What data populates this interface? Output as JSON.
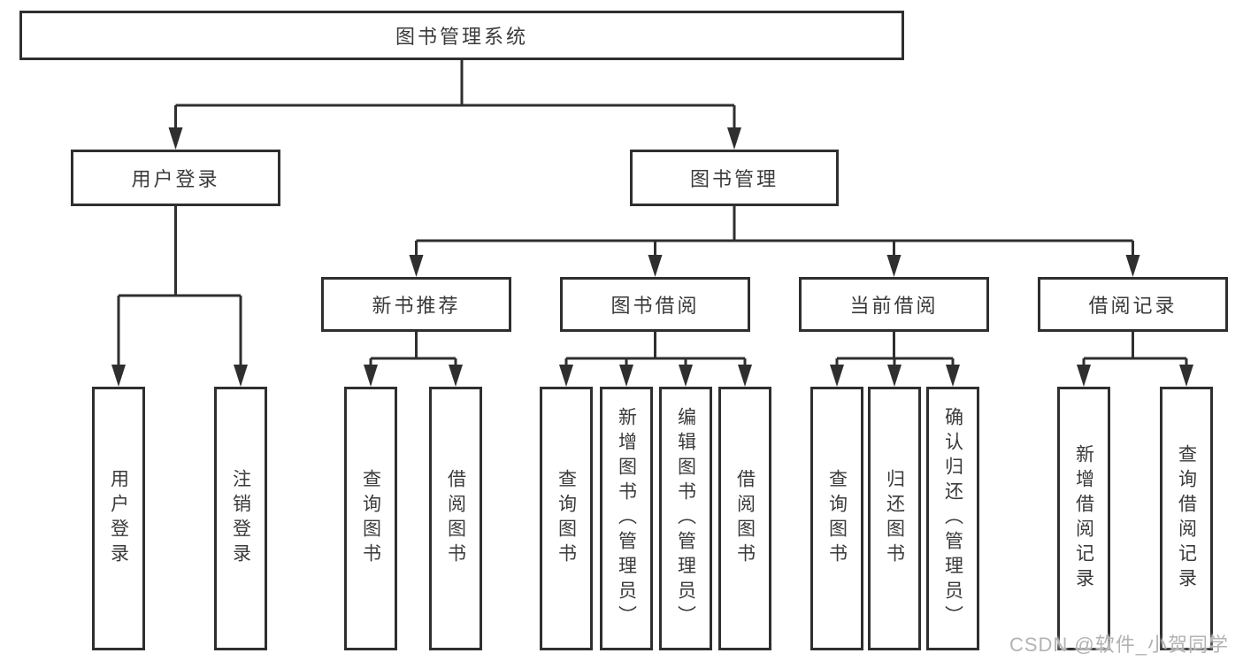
{
  "root": {
    "label": "图书管理系统"
  },
  "level2": [
    {
      "label": "用户登录"
    },
    {
      "label": "图书管理"
    }
  ],
  "level3": [
    {
      "label": "新书推荐"
    },
    {
      "label": "图书借阅"
    },
    {
      "label": "当前借阅"
    },
    {
      "label": "借阅记录"
    }
  ],
  "leaves": [
    {
      "label": "用户登录"
    },
    {
      "label": "注销登录"
    },
    {
      "label": "查询图书"
    },
    {
      "label": "借阅图书"
    },
    {
      "label": "查询图书"
    },
    {
      "label": "新增图书（管理员）"
    },
    {
      "label": "编辑图书（管理员）"
    },
    {
      "label": "借阅图书"
    },
    {
      "label": "查询图书"
    },
    {
      "label": "归还图书"
    },
    {
      "label": "确认归还（管理员）"
    },
    {
      "label": "新增借阅记录"
    },
    {
      "label": "查询借阅记录"
    }
  ],
  "watermark": "CSDN @软件_小贺同学",
  "colors": {
    "line": "#2f2f2f",
    "text": "#3a3a3a",
    "watermark": "#b3b3b3",
    "background": "#ffffff"
  }
}
